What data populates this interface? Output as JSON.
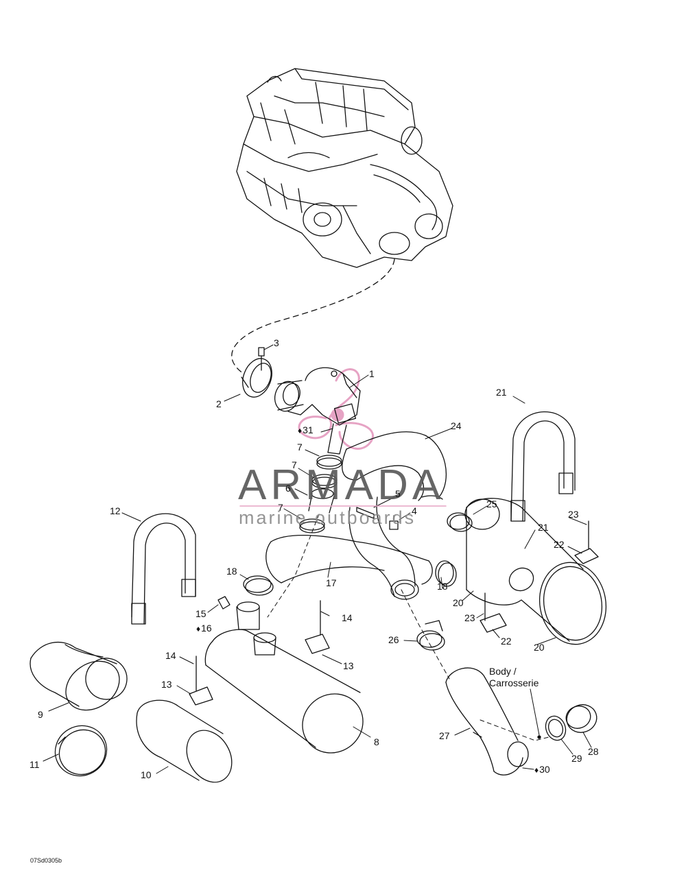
{
  "diagram_code": "07Sd0305b",
  "body_label": {
    "line1": "Body /",
    "line2": "Carrosserie"
  },
  "watermark": {
    "title": "ARMADA",
    "subtitle": "marine outboards",
    "title_color": "#5a5a5a",
    "subtitle_color": "#8a8a8a",
    "logo_color": "#e6a3c4",
    "rule_color": "#e6a3c4"
  },
  "callouts": {
    "c1": "1",
    "c2": "2",
    "c3": "3",
    "c4": "4",
    "c5": "5",
    "c6": "6",
    "c7a": "7",
    "c7b": "7",
    "c7c": "7",
    "c8": "8",
    "c9": "9",
    "c10": "10",
    "c11": "11",
    "c12": "12",
    "c13a": "13",
    "c13b": "13",
    "c14a": "14",
    "c14b": "14",
    "c15": "15",
    "c16": "16",
    "c17": "17",
    "c18a": "18",
    "c18b": "18",
    "c20a": "20",
    "c20b": "20",
    "c21a": "21",
    "c21b": "21",
    "c22a": "22",
    "c22b": "22",
    "c23a": "23",
    "c23b": "23",
    "c24": "24",
    "c25": "25",
    "c26": "26",
    "c27": "27",
    "c28": "28",
    "c29": "29",
    "c30": "30",
    "c31": "31"
  },
  "sealant_symbol": "♦"
}
